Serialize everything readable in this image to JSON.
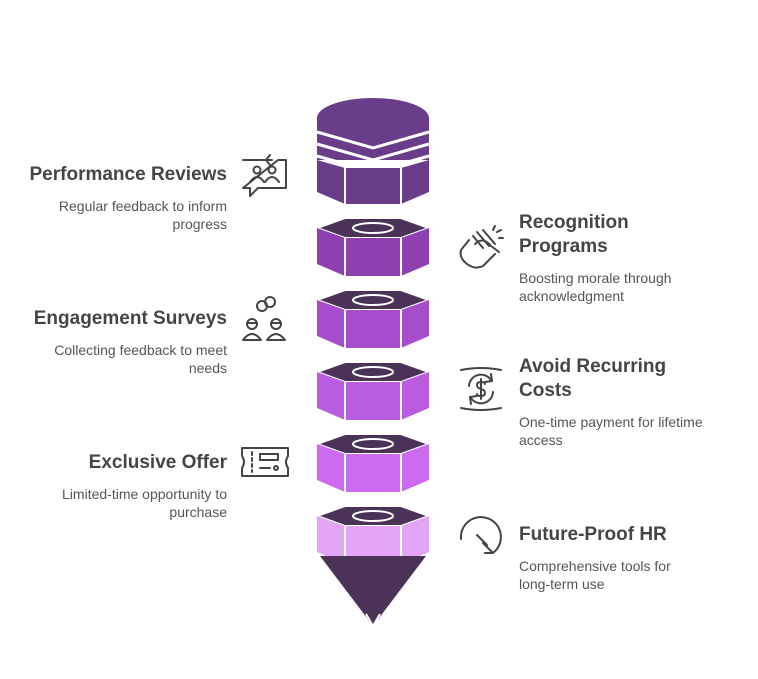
{
  "items": [
    {
      "side": "left",
      "title": "Performance Reviews",
      "desc": "Regular feedback to inform progress",
      "icon": "performance-review-icon",
      "color": "#6a3d8a"
    },
    {
      "side": "right",
      "title": "Recognition Programs",
      "desc": "Boosting morale through acknowledgment",
      "icon": "clapping-hands-icon",
      "color": "#8e3fb0"
    },
    {
      "side": "left",
      "title": "Engagement Surveys",
      "desc": "Collecting feedback to meet needs",
      "icon": "survey-people-icon",
      "color": "#a64ccc"
    },
    {
      "side": "right",
      "title": "Avoid Recurring Costs",
      "desc": "One-time payment for lifetime access",
      "icon": "recurring-dollar-icon",
      "color": "#b95ce0"
    },
    {
      "side": "left",
      "title": "Exclusive Offer",
      "desc": "Limited-time opportunity to purchase",
      "icon": "ticket-icon",
      "color": "#cc6bf0"
    },
    {
      "side": "right",
      "title": "Future-Proof HR",
      "desc": "Comprehensive tools for long-term use",
      "icon": "clock-arrow-icon",
      "color": "#e2a4f5"
    }
  ],
  "colors": {
    "dark_top": "#4a3357",
    "stroke": "#ffffff",
    "tip": "#4a3357"
  }
}
